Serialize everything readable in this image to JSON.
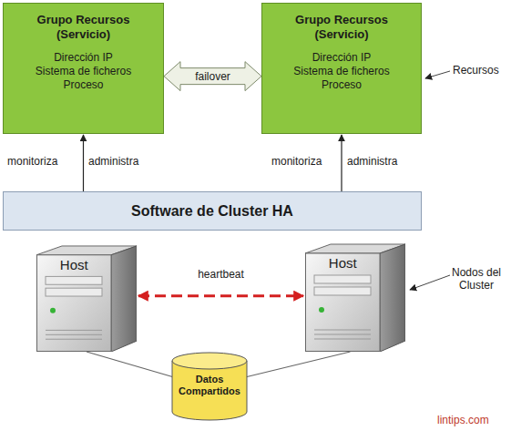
{
  "diagram": {
    "nodes": [
      {
        "text": [
          "Grupo Recursos (Servicio)",
          "Dirección IP",
          "Sistema de ficheros",
          "Proceso"
        ]
      },
      {
        "text": [
          "Grupo Recursos (Servicio)",
          "Dirección IP",
          "Sistema de ficheros",
          "Proceso"
        ]
      },
      {
        "text": [
          "Software de Cluster HA"
        ]
      },
      {
        "text": [
          "Host"
        ]
      },
      {
        "text": [
          "Host"
        ]
      },
      {
        "text": [
          "Datos Compartidos"
        ]
      }
    ],
    "edges": [
      {
        "from": 0,
        "to": 1,
        "label": "failover",
        "arrow": "both"
      },
      {
        "from": 2,
        "to": 0,
        "arrow": "to"
      },
      {
        "from": 2,
        "to": 1,
        "arrow": "to"
      },
      {
        "from": 3,
        "to": 4,
        "label": "heartbeat",
        "arrow": "both"
      },
      {
        "from": 5,
        "to": 3,
        "arrow": "none"
      },
      {
        "from": 5,
        "to": 4,
        "arrow": "none"
      }
    ],
    "labels": [
      "monitoriza",
      "administra",
      "monitoriza",
      "administra",
      "Recursos",
      "Nodos del Cluster",
      "lintips.com"
    ]
  }
}
